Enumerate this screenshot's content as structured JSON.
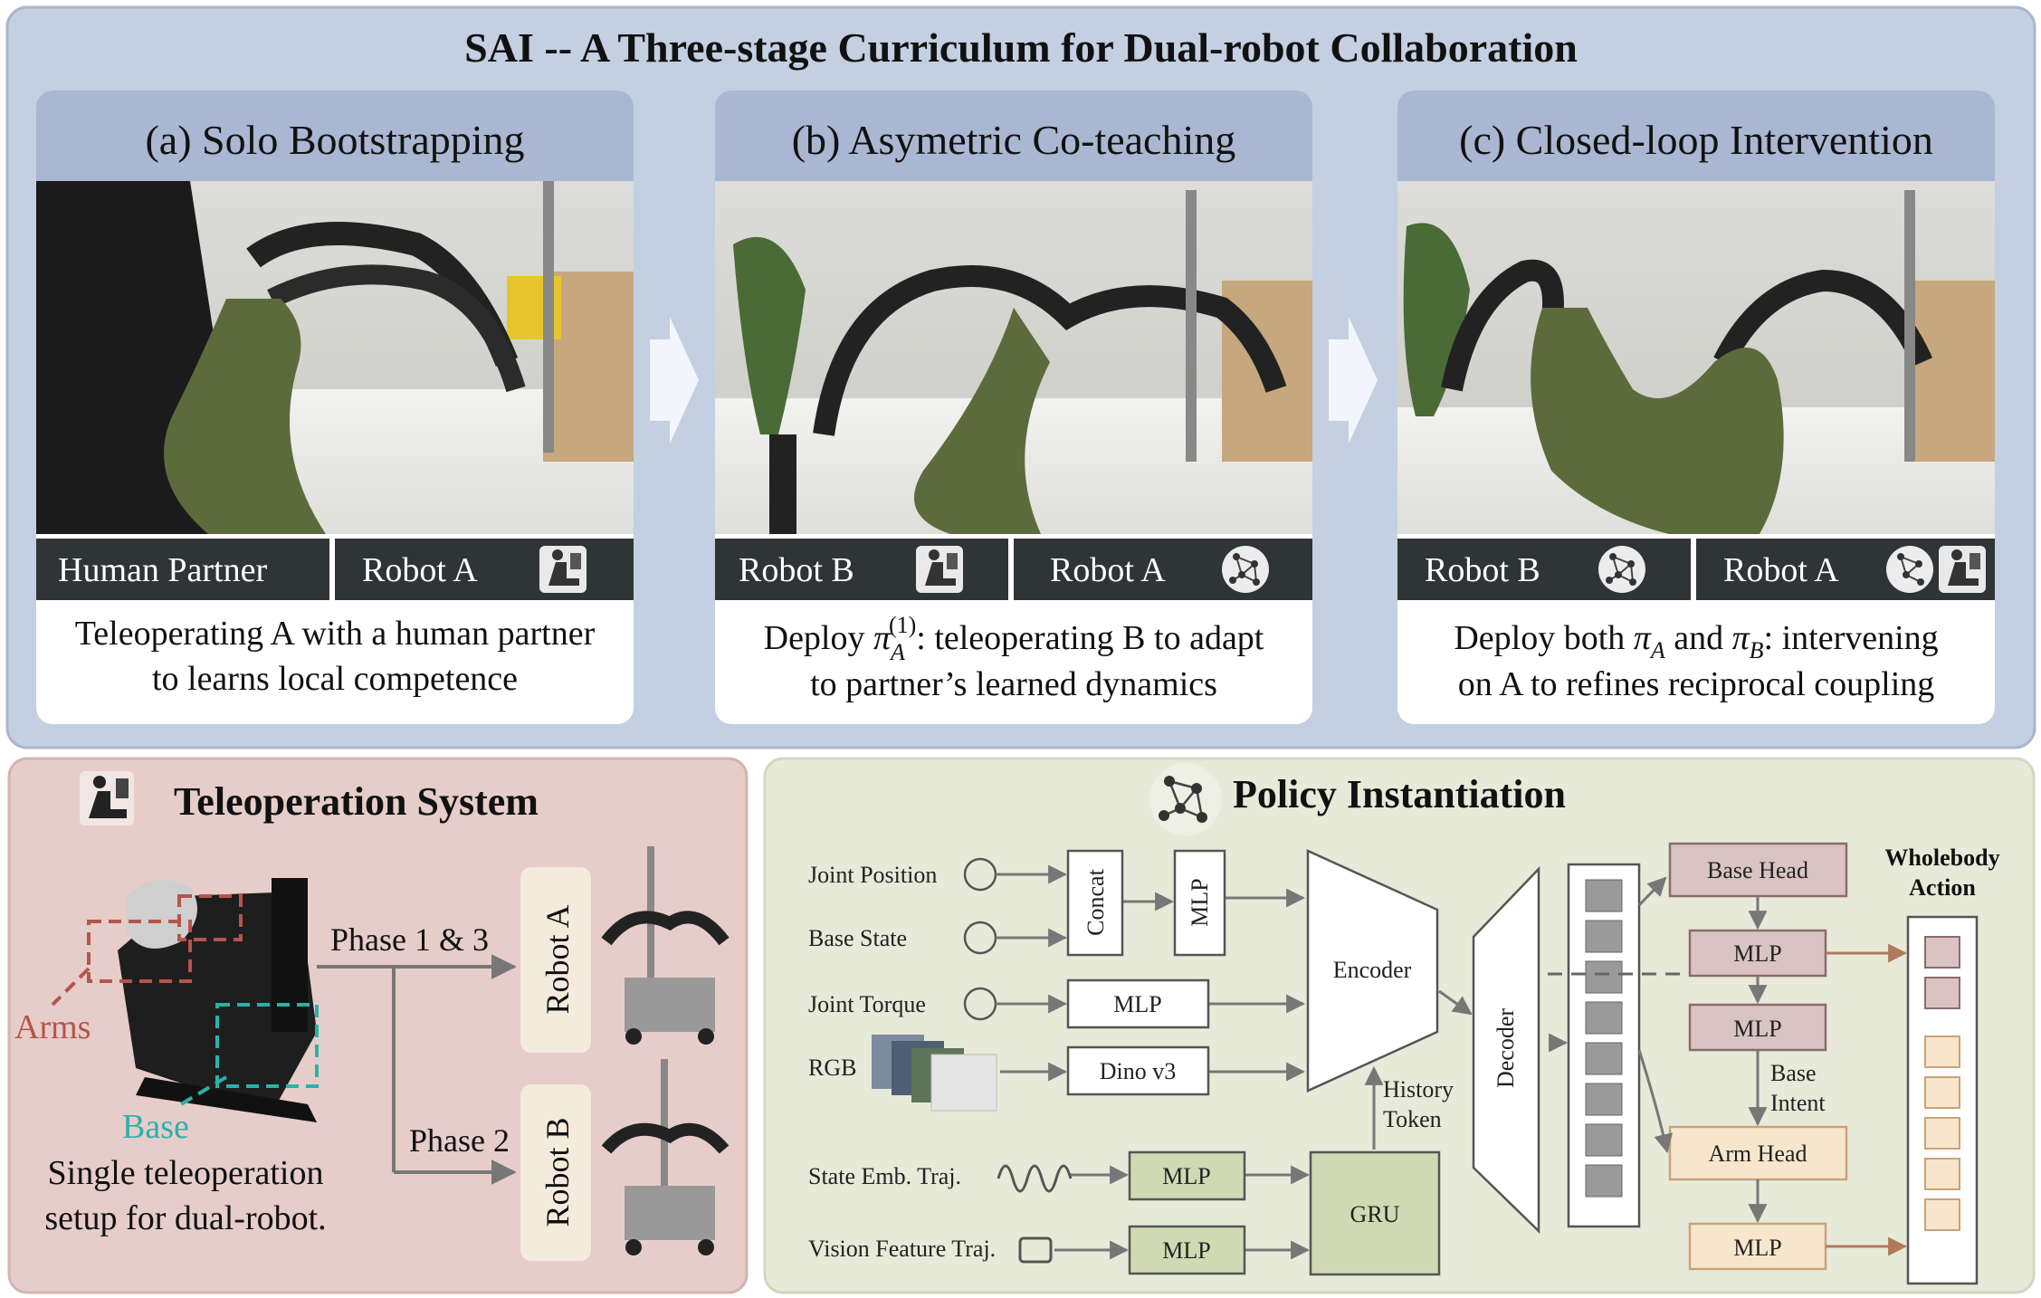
{
  "top_title": "SAI -- A Three-stage Curriculum for Dual-robot Collaboration",
  "stages": [
    {
      "heading": "(a) Solo Bootstrapping",
      "label_left": "Human Partner",
      "label_right": "Robot A",
      "caption_line1": "Teleoperating A with a human partner",
      "caption_line2": "to learns local competence",
      "icon_left": "",
      "icon_right": "teleop-seat-icon"
    },
    {
      "heading": "(b) Asymetric Co-teaching",
      "label_left": "Robot B",
      "label_right": "Robot A",
      "caption_pre": "Deploy ",
      "caption_pi": "π",
      "caption_sub": "A",
      "caption_sup": "(1)",
      "caption_post": ": teleoperating B to adapt",
      "caption_line2": "to partner’s learned dynamics",
      "icon_left": "teleop-seat-icon",
      "icon_right": "neural-net-icon"
    },
    {
      "heading": "(c) Closed-loop Intervention",
      "label_left": "Robot B",
      "label_right": "Robot A",
      "caption_pre": "Deploy both ",
      "caption_pi1": "π",
      "caption_sub1": "A",
      "caption_mid": " and ",
      "caption_pi2": "π",
      "caption_sub2": "B",
      "caption_post": ": intervening",
      "caption_line2": "on A to refines reciprocal coupling",
      "icon_left": "neural-net-icon",
      "icon_right": "neural-net-and-seat-icons"
    }
  ],
  "teleop": {
    "title": "Teleoperation System",
    "arms_label": "Arms",
    "base_label": "Base",
    "phase13_label": "Phase 1 & 3",
    "phase2_label": "Phase 2",
    "robot_a": "Robot A",
    "robot_b": "Robot B",
    "caption_line1": "Single teleoperation",
    "caption_line2": "setup for dual-robot."
  },
  "policy": {
    "title": "Policy Instantiation",
    "inputs": {
      "joint_position": "Joint Position",
      "base_state": "Base State",
      "joint_torque": "Joint Torque",
      "rgb": "RGB",
      "state_emb": "State Emb. Traj.",
      "vision_feat": "Vision Feature Traj."
    },
    "blocks": {
      "concat": "Concat",
      "mlp": "MLP",
      "dino": "Dino v3",
      "encoder": "Encoder",
      "decoder": "Decoder",
      "gru": "GRU",
      "history_token_1": "History",
      "history_token_2": "Token",
      "base_head": "Base Head",
      "arm_head": "Arm Head",
      "base_intent_1": "Base",
      "base_intent_2": "Intent",
      "wholebody_1": "Wholebody",
      "wholebody_2": "Action"
    },
    "colors": {
      "panel_bg": "#e8ead9",
      "base_head": "#d9c3c3",
      "arm_head": "#f7e6cc",
      "gru": "#cfdab3"
    }
  }
}
